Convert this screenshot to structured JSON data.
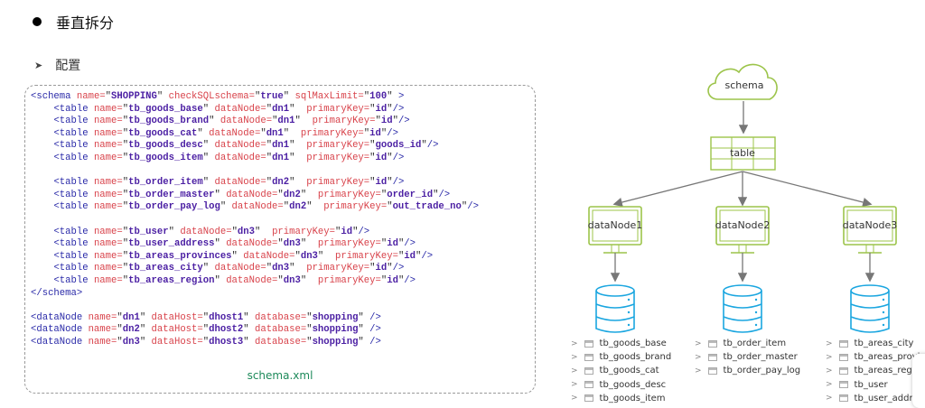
{
  "heading": {
    "title": "垂直拆分"
  },
  "subheading": {
    "title": "配置"
  },
  "code": {
    "caption": "schema.xml",
    "schema": {
      "tag": "schema",
      "name": "SHOPPING",
      "checkSQLschema": "true",
      "sqlMaxLimit": "100",
      "close": "</schema>"
    },
    "groups": [
      [
        {
          "name": "tb_goods_base",
          "dataNode": "dn1",
          "primaryKey": "id"
        },
        {
          "name": "tb_goods_brand",
          "dataNode": "dn1",
          "primaryKey": "id"
        },
        {
          "name": "tb_goods_cat",
          "dataNode": "dn1",
          "primaryKey": "id"
        },
        {
          "name": "tb_goods_desc",
          "dataNode": "dn1",
          "primaryKey": "goods_id"
        },
        {
          "name": "tb_goods_item",
          "dataNode": "dn1",
          "primaryKey": "id"
        }
      ],
      [
        {
          "name": "tb_order_item",
          "dataNode": "dn2",
          "primaryKey": "id"
        },
        {
          "name": "tb_order_master",
          "dataNode": "dn2",
          "primaryKey": "order_id"
        },
        {
          "name": "tb_order_pay_log",
          "dataNode": "dn2",
          "primaryKey": "out_trade_no"
        }
      ],
      [
        {
          "name": "tb_user",
          "dataNode": "dn3",
          "primaryKey": "id"
        },
        {
          "name": "tb_user_address",
          "dataNode": "dn3",
          "primaryKey": "id"
        },
        {
          "name": "tb_areas_provinces",
          "dataNode": "dn3",
          "primaryKey": "id"
        },
        {
          "name": "tb_areas_city",
          "dataNode": "dn3",
          "primaryKey": "id"
        },
        {
          "name": "tb_areas_region",
          "dataNode": "dn3",
          "primaryKey": "id"
        }
      ]
    ],
    "dataNodes": [
      {
        "name": "dn1",
        "dataHost": "dhost1",
        "database": "shopping"
      },
      {
        "name": "dn2",
        "dataHost": "dhost2",
        "database": "shopping"
      },
      {
        "name": "dn3",
        "dataHost": "dhost3",
        "database": "shopping"
      }
    ]
  },
  "diagram": {
    "root": "schema",
    "table": "table",
    "nodes": [
      {
        "label": "dataNode1",
        "tables": [
          "tb_goods_base",
          "tb_goods_brand",
          "tb_goods_cat",
          "tb_goods_desc",
          "tb_goods_item"
        ]
      },
      {
        "label": "dataNode2",
        "tables": [
          "tb_order_item",
          "tb_order_master",
          "tb_order_pay_log"
        ]
      },
      {
        "label": "dataNode3",
        "tables": [
          "tb_areas_city",
          "tb_areas_provinces",
          "tb_areas_region",
          "tb_user",
          "tb_user_address"
        ]
      }
    ],
    "colors": {
      "green": "#9cc44a",
      "blue": "#1aa6e0",
      "arrow": "#777777"
    }
  }
}
